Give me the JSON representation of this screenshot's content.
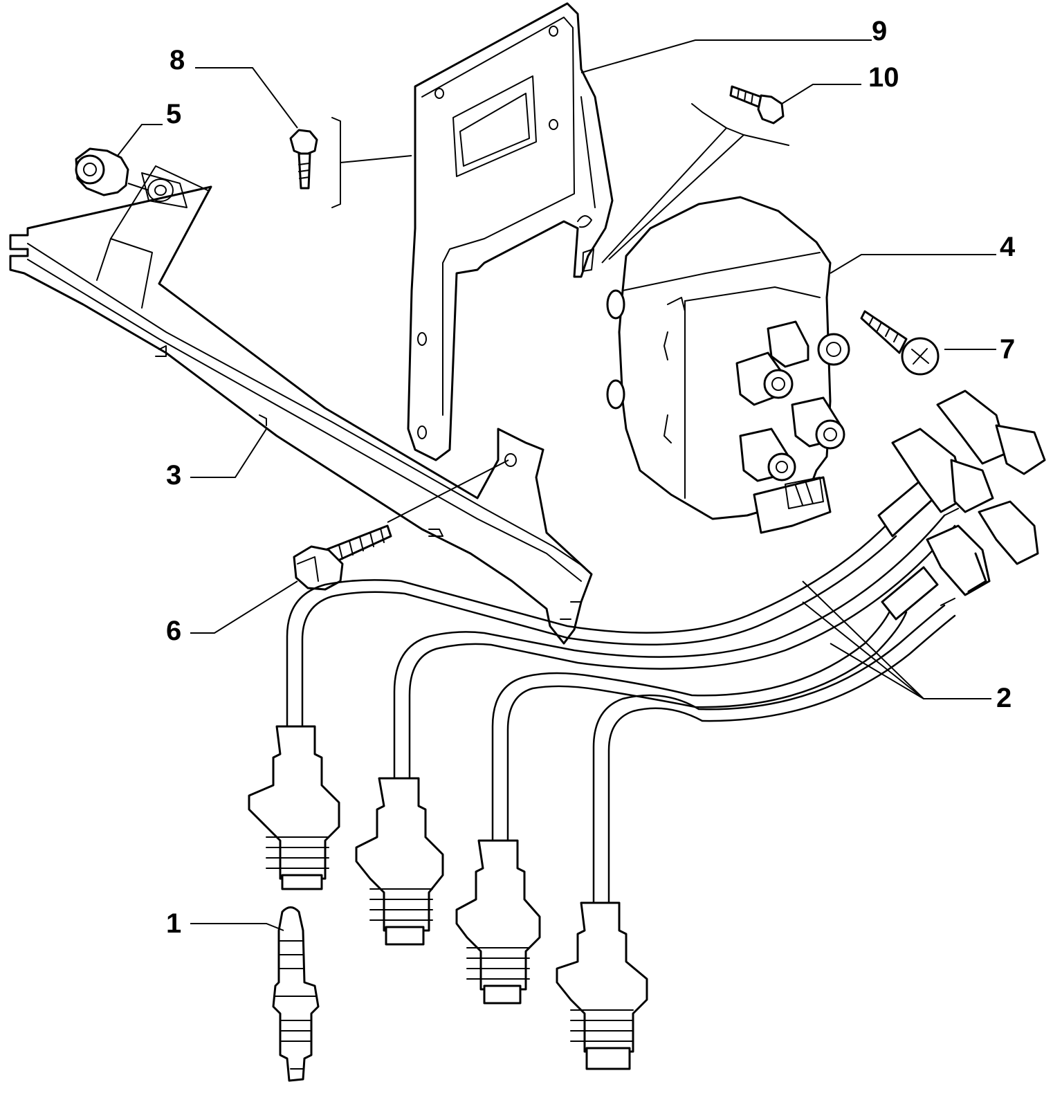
{
  "callouts": [
    {
      "id": "1",
      "label": "1",
      "part": "spark-plug"
    },
    {
      "id": "2",
      "label": "2",
      "part": "ignition-cables"
    },
    {
      "id": "3",
      "label": "3",
      "part": "cable-support"
    },
    {
      "id": "4",
      "label": "4",
      "part": "ignition-coil"
    },
    {
      "id": "5",
      "label": "5",
      "part": "nut"
    },
    {
      "id": "6",
      "label": "6",
      "part": "bolt"
    },
    {
      "id": "7",
      "label": "7",
      "part": "screw"
    },
    {
      "id": "8",
      "label": "8",
      "part": "bolt"
    },
    {
      "id": "9",
      "label": "9",
      "part": "bracket"
    },
    {
      "id": "10",
      "label": "10",
      "part": "bolt"
    }
  ],
  "colors": {
    "line": "#000000",
    "background": "#ffffff"
  }
}
